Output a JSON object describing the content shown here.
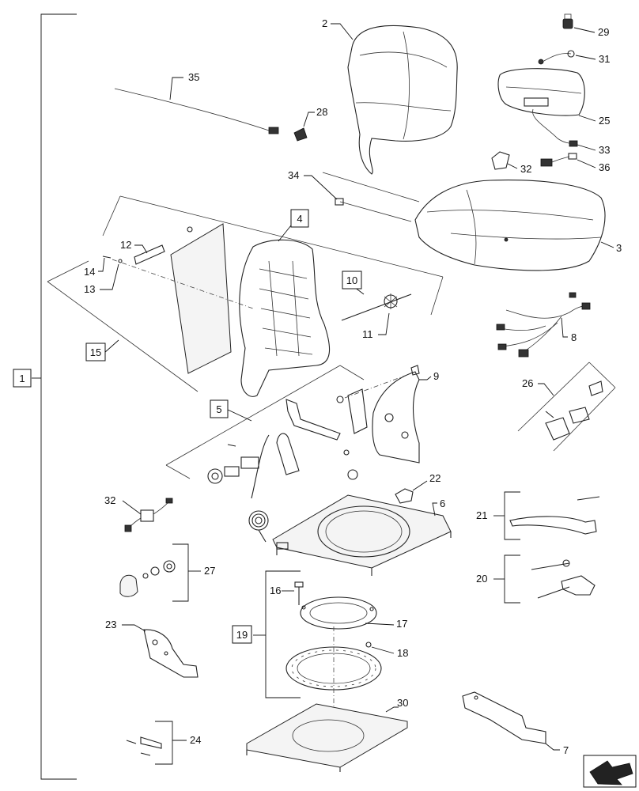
{
  "callouts": {
    "c1": "1",
    "c2": "2",
    "c3": "3",
    "c4": "4",
    "c5": "5",
    "c6": "6",
    "c7": "7",
    "c8": "8",
    "c9": "9",
    "c10": "10",
    "c11": "11",
    "c12": "12",
    "c13": "13",
    "c14": "14",
    "c15": "15",
    "c16": "16",
    "c17": "17",
    "c18": "18",
    "c19": "19",
    "c20": "20",
    "c21": "21",
    "c22": "22",
    "c23": "23",
    "c24": "24",
    "c25": "25",
    "c26": "26",
    "c27": "27",
    "c28": "28",
    "c29": "29",
    "c30": "30",
    "c31": "31",
    "c32a": "32",
    "c32b": "32",
    "c33": "33",
    "c34": "34",
    "c35": "35",
    "c36": "36"
  },
  "icons": {
    "nav_arrow": "view-direction-arrow-icon"
  }
}
